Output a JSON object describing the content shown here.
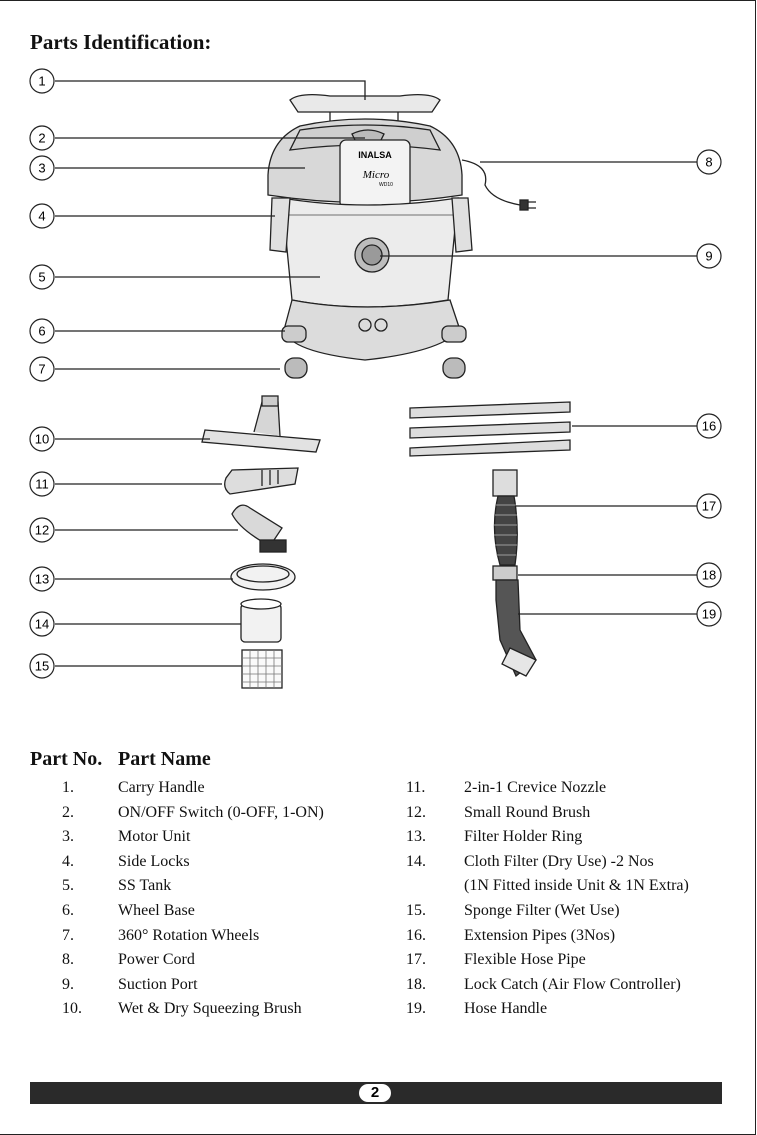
{
  "title": "Parts Identification:",
  "diagram": {
    "brand": "INALSA",
    "model": "Micro",
    "model_sub": "WD10",
    "callouts": [
      "1",
      "2",
      "3",
      "4",
      "5",
      "6",
      "7",
      "8",
      "9",
      "10",
      "11",
      "12",
      "13",
      "14",
      "15",
      "16",
      "17",
      "18",
      "19"
    ]
  },
  "table": {
    "col_no": "Part No.",
    "col_name": "Part Name",
    "left": [
      {
        "no": "1.",
        "name": "Carry Handle"
      },
      {
        "no": "2.",
        "name": "ON/OFF Switch (0-OFF, 1-ON)"
      },
      {
        "no": "3.",
        "name": "Motor Unit"
      },
      {
        "no": "4.",
        "name": "Side Locks"
      },
      {
        "no": "5.",
        "name": "SS Tank"
      },
      {
        "no": "6.",
        "name": "Wheel Base"
      },
      {
        "no": "7.",
        "name": "360° Rotation Wheels"
      },
      {
        "no": "8.",
        "name": "Power Cord"
      },
      {
        "no": "9.",
        "name": "Suction Port"
      },
      {
        "no": "10.",
        "name": "Wet & Dry Squeezing Brush"
      }
    ],
    "right": [
      {
        "no": "11.",
        "name": "2-in-1 Crevice Nozzle"
      },
      {
        "no": "12.",
        "name": "Small Round Brush"
      },
      {
        "no": "13.",
        "name": "Filter Holder Ring"
      },
      {
        "no": "14.",
        "name": "Cloth Filter (Dry Use) -2 Nos"
      },
      {
        "no": "",
        "name": "(1N Fitted inside Unit & 1N Extra)"
      },
      {
        "no": "15.",
        "name": "Sponge Filter (Wet Use)"
      },
      {
        "no": "16.",
        "name": "Extension Pipes (3Nos)"
      },
      {
        "no": "17.",
        "name": "Flexible Hose Pipe"
      },
      {
        "no": "18.",
        "name": "Lock Catch (Air Flow Controller)"
      },
      {
        "no": "19.",
        "name": "Hose Handle"
      }
    ]
  },
  "page_number": "2"
}
